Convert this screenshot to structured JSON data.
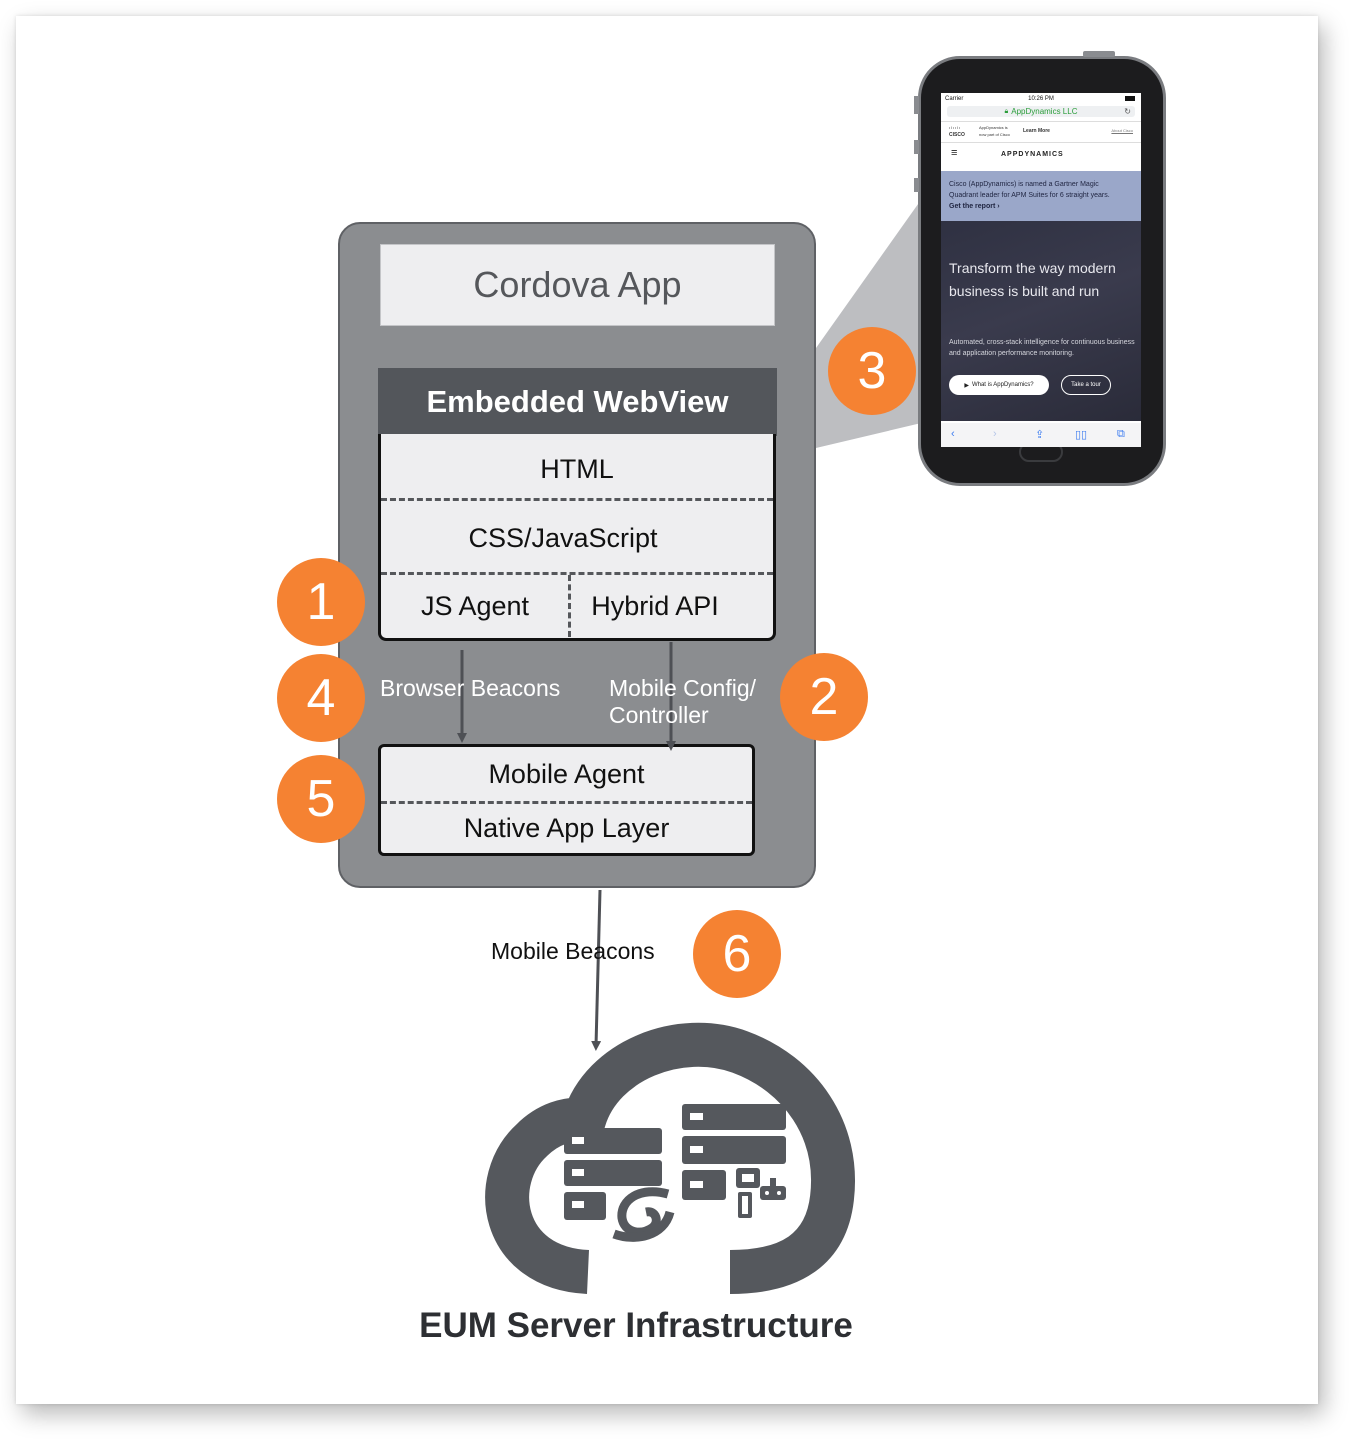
{
  "diagram": {
    "cordova_app": "Cordova App",
    "webview": {
      "title": "Embedded WebView",
      "layers": {
        "html": "HTML",
        "css_js": "CSS/JavaScript",
        "js_agent": "JS Agent",
        "hybrid_api": "Hybrid API"
      }
    },
    "native": {
      "mobile_agent": "Mobile Agent",
      "native_app_layer": "Native App Layer"
    },
    "flows": {
      "browser_beacons": "Browser Beacons",
      "mobile_config": "Mobile Config/",
      "controller": "Controller",
      "mobile_beacons": "Mobile Beacons"
    },
    "badges": [
      "1",
      "2",
      "3",
      "4",
      "5",
      "6"
    ],
    "eum_title": "EUM Server Infrastructure",
    "colors": {
      "badge": "#f58232",
      "container": "#8b8d90",
      "header": "#53565b",
      "panel": "#eeeef0",
      "cloud": "#55585d"
    }
  },
  "phone_screen": {
    "carrier": "Carrier",
    "time": "10:26 PM",
    "url": "AppDynamics LLC",
    "cisco_brand": "CISCO",
    "cisco_note_1": "AppDynamics is",
    "cisco_note_2": "now part of Cisco",
    "learn_more": "Learn More",
    "about_cisco": "About Cisco",
    "nav_logo": "APPDYNAMICS",
    "banner_line1": "Cisco (AppDynamics) is named a Gartner Magic",
    "banner_line2": "Quadrant leader for APM Suites for 6 straight years.",
    "banner_link": "Get the report ›",
    "hero_title": "Transform the way modern business is built and run",
    "hero_sub": "Automated, cross-stack intelligence for continuous business and application performance monitoring.",
    "btn_primary": "What is AppDynamics?",
    "btn_secondary": "Take a tour"
  }
}
